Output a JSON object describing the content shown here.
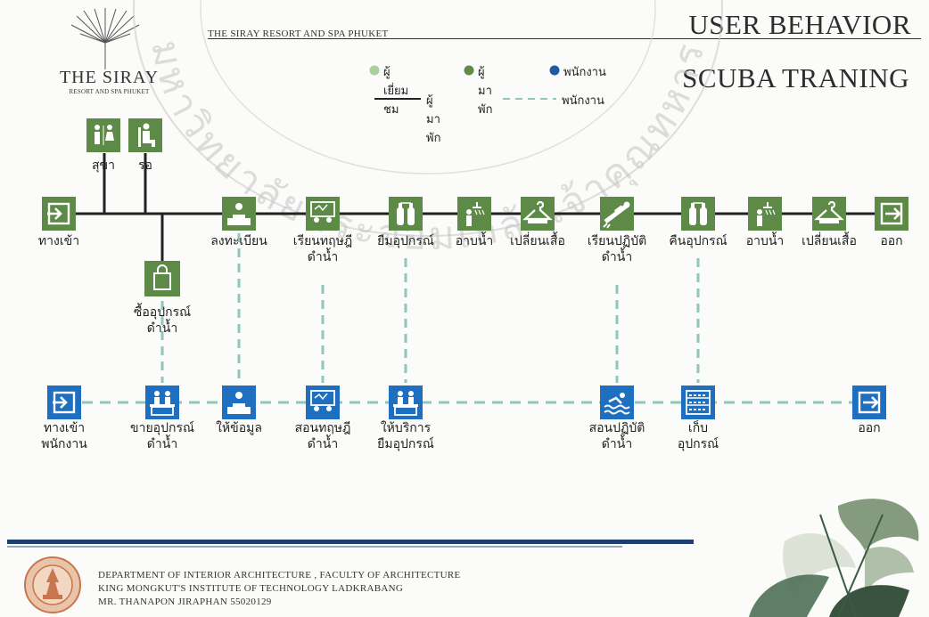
{
  "header": {
    "resort_line": "THE SIRAY RESORT AND SPA PHUKET",
    "title_line1": "USER BEHAVIOR",
    "title_line2": "SCUBA TRANING"
  },
  "logo": {
    "name": "THE SIRAY",
    "subtitle": "RESORT AND SPA PHUKET"
  },
  "watermark": "มหาวิทยาลัยพระจอมเกล้าเจ้าคุณทหาร",
  "legend": {
    "dot_items": [
      {
        "label": "ผู้เยี่ยมชม",
        "color": "#a9cf9c"
      },
      {
        "label": "ผู้มาพัก",
        "color": "#5f8a4a"
      },
      {
        "label": "พนักงาน",
        "color": "#1e5ba3"
      }
    ],
    "line_items": [
      {
        "label": "ผู้มาพัก",
        "style": "solid"
      },
      {
        "label": "พนักงาน",
        "style": "dashed"
      }
    ]
  },
  "colors": {
    "guest": "#5d8a47",
    "staff": "#1f6fc1",
    "staff_line": "#8fc6bd",
    "guest_line": "#222222"
  },
  "guest_branch": {
    "toilet": {
      "label": "สุขา",
      "icon": "restroom-icon"
    },
    "wait": {
      "label": "รอ",
      "icon": "waiting-seat-icon"
    },
    "buy": {
      "lines": [
        "ซื้ออุปกรณ์",
        "ดำน้ำ"
      ],
      "icon": "shopping-bag-icon"
    }
  },
  "guest_nodes": [
    {
      "id": "entrance",
      "lines": [
        "ทางเข้า"
      ],
      "icon": "entrance-icon"
    },
    {
      "id": "register",
      "lines": [
        "ลงทะเบียน"
      ],
      "icon": "reception-desk-icon"
    },
    {
      "id": "theory",
      "lines": [
        "เรียนทฤษฎี",
        "ดำน้ำ"
      ],
      "icon": "classroom-icon"
    },
    {
      "id": "borrow",
      "lines": [
        "ยืมอุปกรณ์"
      ],
      "icon": "scuba-tank-icon"
    },
    {
      "id": "shower1",
      "lines": [
        "อาบน้ำ"
      ],
      "icon": "shower-icon"
    },
    {
      "id": "change1",
      "lines": [
        "เปลี่ยนเสื้อ"
      ],
      "icon": "hanger-icon"
    },
    {
      "id": "practice",
      "lines": [
        "เรียนปฏิบัติ",
        "ดำน้ำ"
      ],
      "icon": "diver-icon"
    },
    {
      "id": "return",
      "lines": [
        "คืนอุปกรณ์"
      ],
      "icon": "scuba-tank-icon"
    },
    {
      "id": "shower2",
      "lines": [
        "อาบน้ำ"
      ],
      "icon": "shower-icon"
    },
    {
      "id": "change2",
      "lines": [
        "เปลี่ยนเสื้อ"
      ],
      "icon": "hanger-icon"
    },
    {
      "id": "exit",
      "lines": [
        "ออก"
      ],
      "icon": "exit-icon"
    }
  ],
  "staff_nodes": [
    {
      "id": "staff-entrance",
      "lines": [
        "ทางเข้า",
        "พนักงาน"
      ],
      "icon": "entrance-icon"
    },
    {
      "id": "sell",
      "lines": [
        "ขายอุปกรณ์",
        "ดำน้ำ"
      ],
      "icon": "shop-counter-icon"
    },
    {
      "id": "info",
      "lines": [
        "ให้ข้อมูล"
      ],
      "icon": "reception-desk-icon"
    },
    {
      "id": "teach-theory",
      "lines": [
        "สอนทฤษฎี",
        "ดำน้ำ"
      ],
      "icon": "classroom-icon"
    },
    {
      "id": "service",
      "lines": [
        "ให้บริการ",
        "ยืมอุปกรณ์"
      ],
      "icon": "shop-counter-icon"
    },
    {
      "id": "teach-practice",
      "lines": [
        "สอนปฏิบัติ",
        "ดำน้ำ"
      ],
      "icon": "swimming-icon"
    },
    {
      "id": "store",
      "lines": [
        "เก็บ",
        "อุปกรณ์"
      ],
      "icon": "storage-rack-icon"
    },
    {
      "id": "staff-exit",
      "lines": [
        "ออก"
      ],
      "icon": "exit-icon"
    }
  ],
  "footer": {
    "line1": "DEPARTMENT OF INTERIOR ARCHITECTURE , FACULTY OF ARCHITECTURE",
    "line2": "KING MONGKUT'S INSTITUTE OF TECHNOLOGY LADKRABANG",
    "line3": "MR. THANAPON JIRAPHAN  55020129"
  }
}
